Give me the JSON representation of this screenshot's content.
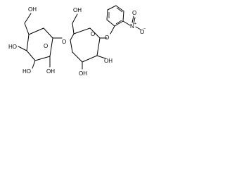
{
  "labels": {
    "oh_top_left": "OH",
    "ho_left_ring": "HO",
    "ho_bottom_left_a": "HO",
    "oh_bottom_left_b": "OH",
    "o_ring_left": "O",
    "o_glycosidic": "O",
    "oh_top_mid": "OH",
    "o_ring_right": "O",
    "o_phenyl": "O",
    "oh_right_ring": "OH",
    "oh_bottom_mid": "OH",
    "nitrogen": "N",
    "n_charge": "+",
    "o_nitro_top": "O",
    "o_nitro_right": "O",
    "o_charge": "−"
  }
}
